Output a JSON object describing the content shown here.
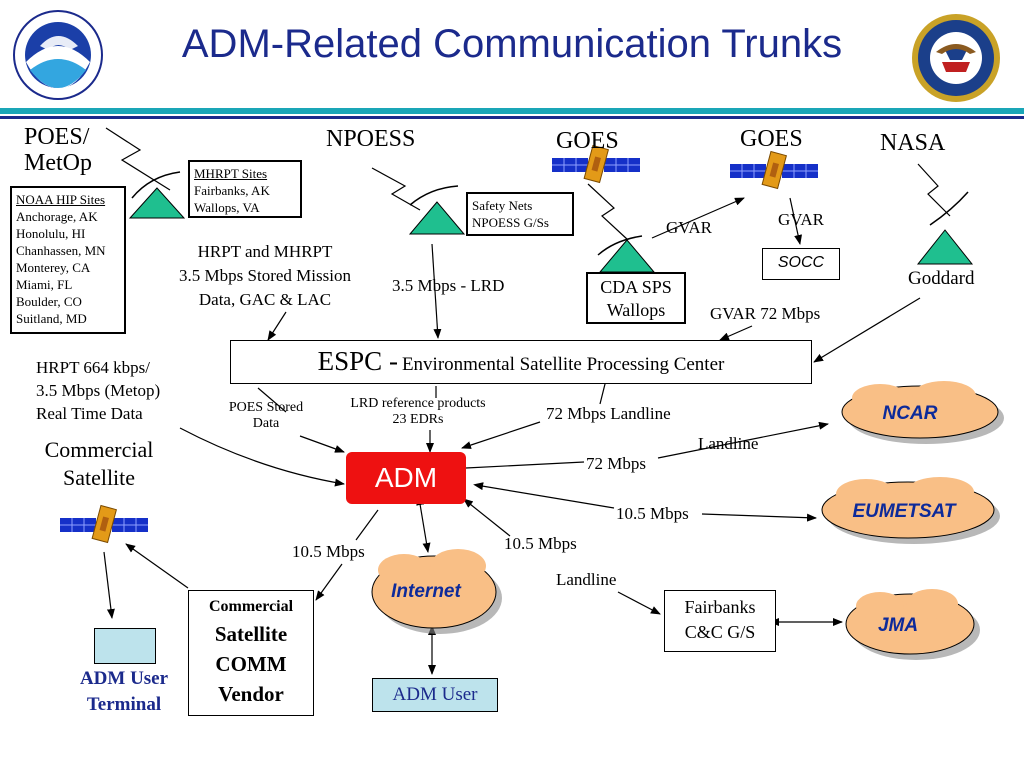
{
  "title": "ADM-Related Communication Trunks",
  "colors": {
    "title": "#1b2a8c",
    "teal_rule": "#1aa6b7",
    "navy_rule": "#1b2a8c",
    "ground_station": "#1fbf8f",
    "adm_box": "#ee1111",
    "cloud_fill": "#f9bf86",
    "user_box": "#bde3ec",
    "blue_text": "#1b2a8c"
  },
  "logos": {
    "left": "noaa-logo",
    "right": "department-of-commerce-seal"
  },
  "sources": {
    "poes": [
      "POES/",
      "MetOp"
    ],
    "npoess": "NPOESS",
    "goes_left": "GOES",
    "goes_right": "GOES",
    "nasa": "NASA"
  },
  "noaa_hip": {
    "heading": "NOAA HIP Sites",
    "sites": [
      "Anchorage, AK",
      "Honolulu, HI",
      "Chanhassen, MN",
      "Monterey, CA",
      "Miami, FL",
      "Boulder, CO",
      "Suitland, MD"
    ]
  },
  "mhrpt": {
    "heading": "MHRPT Sites",
    "sites": [
      "Fairbanks, AK",
      "Wallops, VA"
    ]
  },
  "safety_nets": [
    "Safety Nets",
    "NPOESS G/Ss"
  ],
  "labels": {
    "hrpt_mhrpt": [
      "HRPT and MHRPT",
      "3.5 Mbps Stored Mission",
      "Data, GAC & LAC"
    ],
    "lrd": "3.5 Mbps - LRD",
    "cda": [
      "CDA SPS",
      "Wallops"
    ],
    "gvar_left": "GVAR",
    "gvar_right": "GVAR",
    "socc": "SOCC",
    "goddard": "Goddard",
    "gvar72": "GVAR 72 Mbps",
    "espc_big": "ESPC -",
    "espc_small": "Environmental Satellite Processing Center",
    "hrpt664": [
      "HRPT 664 kbps/",
      "3.5 Mbps (Metop)",
      "Real Time Data"
    ],
    "poes_stored": [
      "POES Stored",
      "Data"
    ],
    "lrd_ref": [
      "LRD reference products",
      "23 EDRs"
    ],
    "landline72": "72 Mbps Landline",
    "ncar": "NCAR",
    "landline_ncar": "Landline",
    "mbps72": "72 Mbps",
    "commercial_sat": [
      "Commercial",
      "Satellite"
    ],
    "adm": "ADM",
    "mbps105_eum": "10.5 Mbps",
    "eumetsat": "EUMETSAT",
    "mbps105_left": "10.5 Mbps",
    "mbps105_right": "10.5 Mbps",
    "landline_fair": "Landline",
    "internet": "Internet",
    "fairbanks": [
      "Fairbanks",
      "C&C G/S"
    ],
    "jma": "JMA",
    "vendor": [
      "Commercial",
      "Satellite",
      "COMM",
      "Vendor"
    ],
    "adm_user_terminal": [
      "ADM User",
      "Terminal"
    ],
    "adm_user": "ADM User"
  }
}
